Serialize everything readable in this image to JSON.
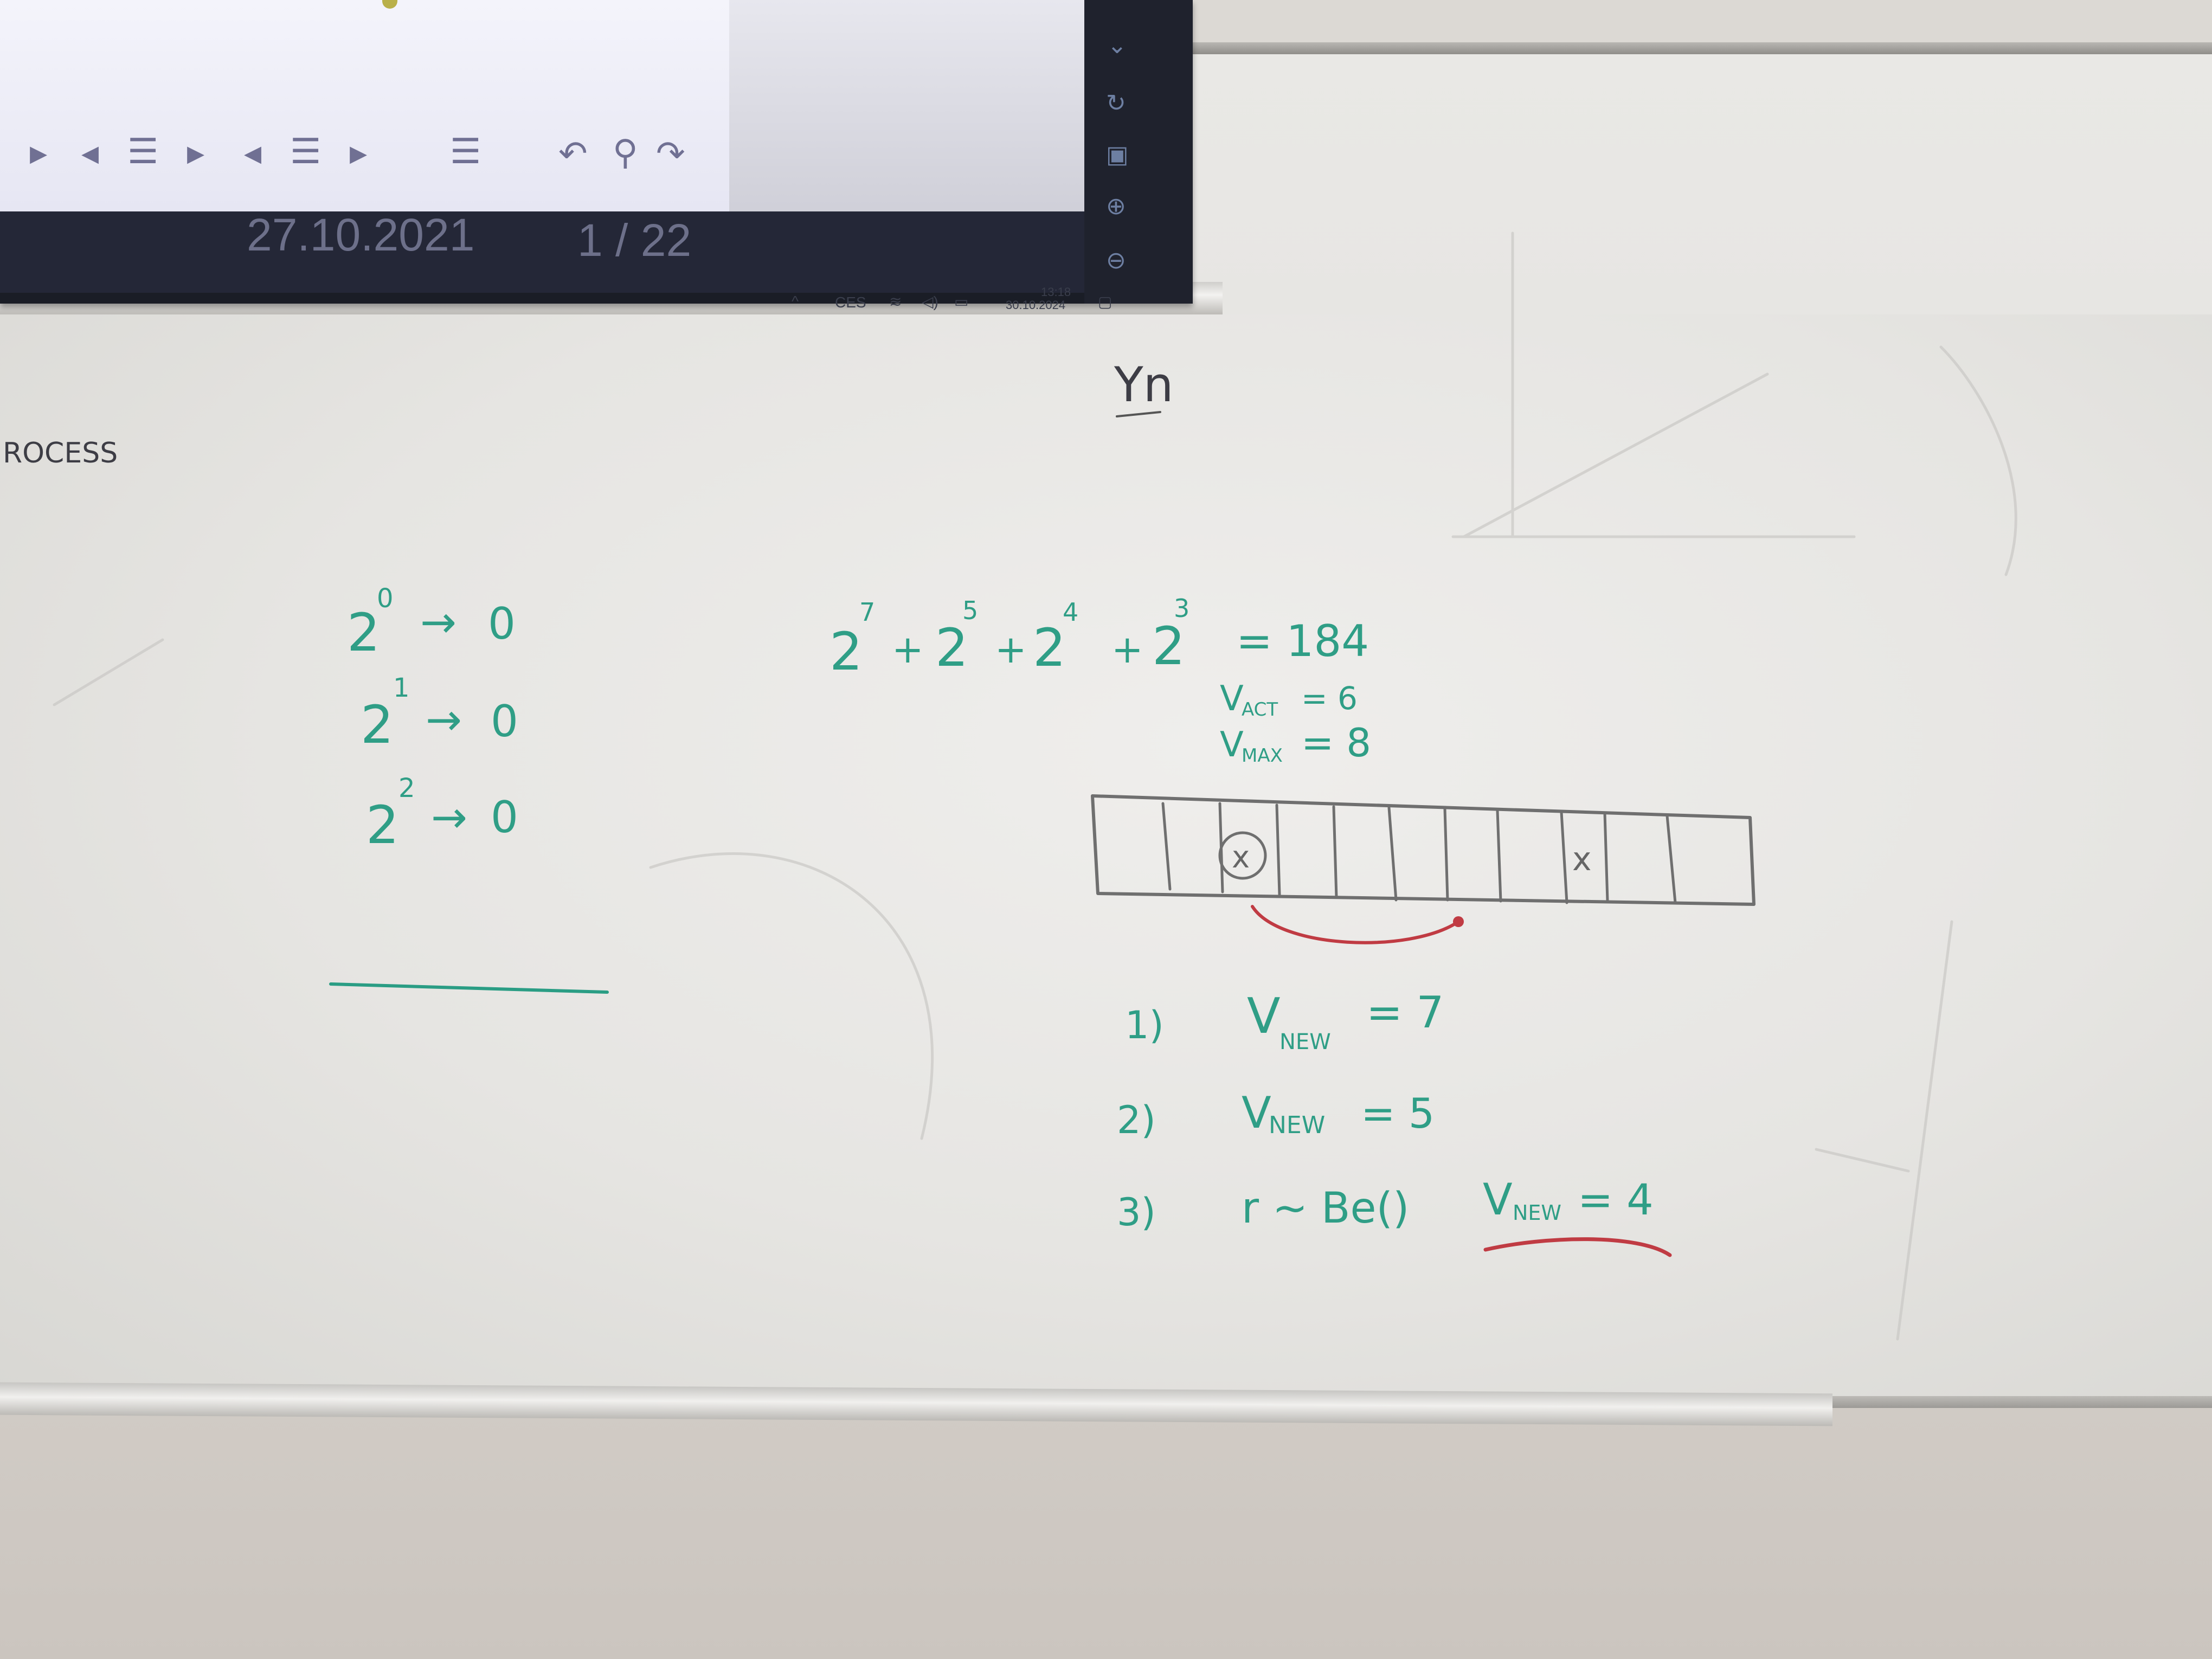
{
  "monitor": {
    "slide_date": "27.10.2021",
    "slide_page": "1 / 22",
    "taskbar_lang": "CES",
    "taskbar_time": "13:18",
    "taskbar_date": "30.10.2024"
  },
  "whiteboard": {
    "left_edge_word": "ROCESS",
    "axis_label": "Yn",
    "powers": [
      {
        "base": "2",
        "exp": "0",
        "arrow": "→",
        "result": "0"
      },
      {
        "base": "2",
        "exp": "1",
        "arrow": "→",
        "result": "0"
      },
      {
        "base": "2",
        "exp": "2",
        "arrow": "→",
        "result": "0"
      }
    ],
    "sum": {
      "terms": [
        {
          "base": "2",
          "exp": "7"
        },
        {
          "base": "2",
          "exp": "5"
        },
        {
          "base": "2",
          "exp": "4"
        },
        {
          "base": "2",
          "exp": "3"
        }
      ],
      "plus": "+",
      "result": "= 184"
    },
    "v_act": {
      "name": "V",
      "sub": "ACT",
      "value": "= 6"
    },
    "v_max": {
      "name": "V",
      "sub": "MAX",
      "value": "= 8"
    },
    "cell_marks": {
      "circled": "x",
      "plain": "x"
    },
    "steps": [
      {
        "num": "1)",
        "name": "V",
        "sub": "NEW",
        "value": "= 7"
      },
      {
        "num": "2)",
        "name": "V",
        "sub": "NEW",
        "value": "= 5"
      },
      {
        "num": "3)",
        "expr": "r ~ Be()",
        "name": "V",
        "sub": "NEW",
        "value": "= 4"
      }
    ]
  }
}
